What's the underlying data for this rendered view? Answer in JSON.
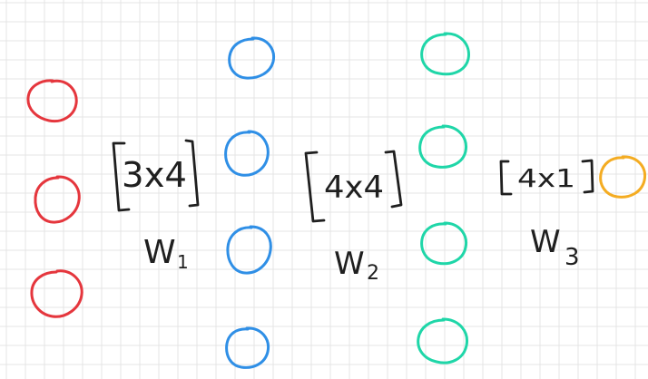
{
  "colors": {
    "background": "#ffffff",
    "grid": "#e4e4e4",
    "ink": "#1f1f1f",
    "input_nodes": "#e5363d",
    "hidden1_nodes": "#2f8fe6",
    "hidden2_nodes": "#1fd6a8",
    "output_node": "#f4ac22"
  },
  "layers": [
    {
      "name": "input",
      "nodes": 3,
      "color_key": "input_nodes"
    },
    {
      "name": "hidden1",
      "nodes": 4,
      "color_key": "hidden1_nodes"
    },
    {
      "name": "hidden2",
      "nodes": 4,
      "color_key": "hidden2_nodes"
    },
    {
      "name": "output",
      "nodes": 1,
      "color_key": "output_node"
    }
  ],
  "weights": [
    {
      "shape": "3x4",
      "name_letter": "W",
      "name_subscript": "1"
    },
    {
      "shape": "4x4",
      "name_letter": "W",
      "name_subscript": "2"
    },
    {
      "shape": "4x1",
      "name_letter": "W",
      "name_subscript": "3"
    }
  ]
}
